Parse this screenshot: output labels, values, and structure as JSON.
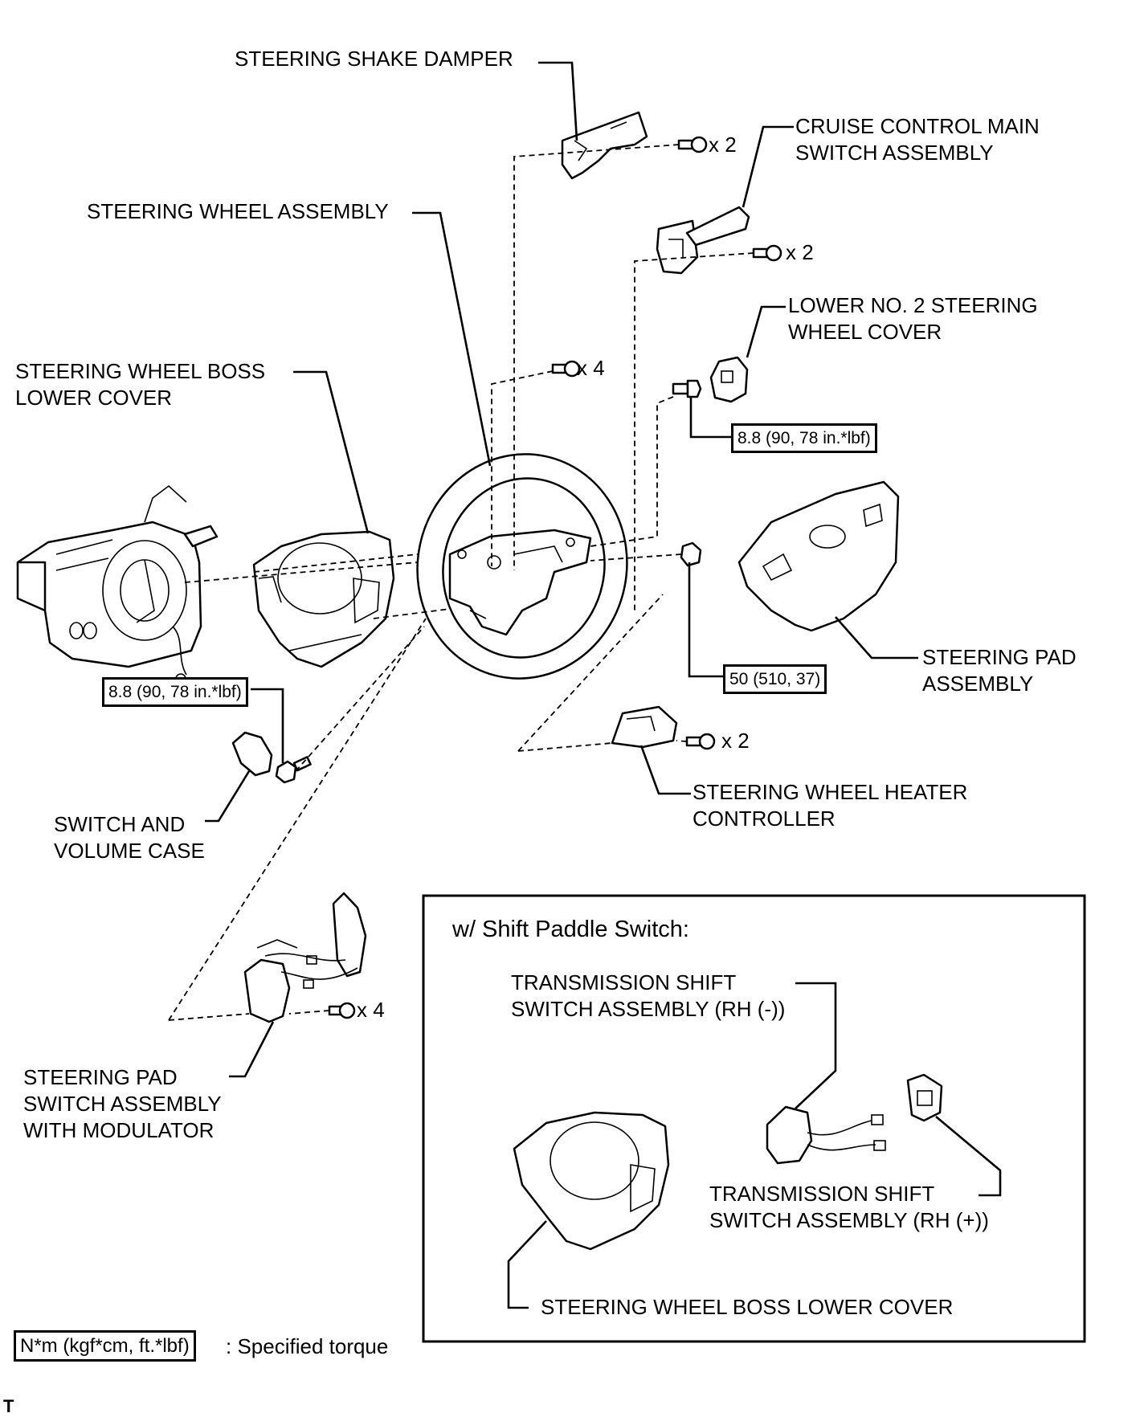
{
  "labels": {
    "shake_damper": "STEERING SHAKE DAMPER",
    "cruise_control": "CRUISE CONTROL MAIN\nSWITCH ASSEMBLY",
    "steering_wheel": "STEERING WHEEL ASSEMBLY",
    "lower_no2_cover": "LOWER NO. 2 STEERING\nWHEEL COVER",
    "boss_lower_cover": "STEERING WHEEL BOSS\nLOWER COVER",
    "steering_pad": "STEERING PAD\nASSEMBLY",
    "heater_controller": "STEERING WHEEL HEATER\nCONTROLLER",
    "switch_volume_case": "SWITCH AND\nVOLUME CASE",
    "pad_switch_modulator": "STEERING PAD\nSWITCH ASSEMBLY\nWITH MODULATOR"
  },
  "quantities": {
    "damper_screws": "x 2",
    "cruise_screws": "x 2",
    "wheel_screws": "x 4",
    "heater_screws": "x 2",
    "pad_switch_screws": "x 4"
  },
  "torques": {
    "lower_no2_bolt": "8.8 (90, 78 in.*lbf)",
    "left_bolt": "8.8 (90, 78 in.*lbf)",
    "wheel_nut": "50 (510, 37)"
  },
  "inset": {
    "title": "w/ Shift Paddle Switch:",
    "rh_minus": "TRANSMISSION SHIFT\nSWITCH ASSEMBLY (RH (-))",
    "rh_plus": "TRANSMISSION SHIFT\nSWITCH ASSEMBLY (RH (+))",
    "boss_cover": "STEERING WHEEL BOSS LOWER COVER"
  },
  "legend": {
    "unit_box": "N*m (kgf*cm, ft.*lbf)",
    "unit_text": ": Specified torque"
  },
  "corner_mark": "T"
}
